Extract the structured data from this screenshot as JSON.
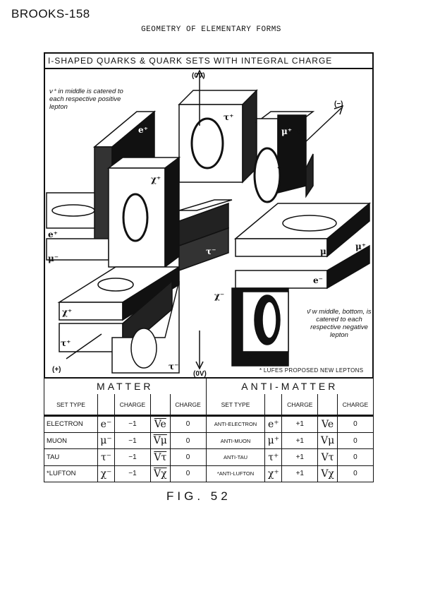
{
  "page_id": "BROOKS-158",
  "doc_title": "GEOMETRY OF ELEMENTARY FORMS",
  "figure": {
    "banner": "I-SHAPED QUARKS & QUARK SETS  WITH  INTEGRAL  CHARGE",
    "note_positive": "ν⁺ in middle is catered to each respective positive lepton",
    "note_negative": "ν̄ w middle, bottom, is catered to each respective negative lepton",
    "note_lufes": "* LUFES PROPOSED NEW LEPTONS",
    "axis_top": "(0V)",
    "axis_bottom": "(0V)",
    "axis_left": "(+)",
    "axis_right": "(−)",
    "block_labels": [
      "e⁺",
      "τ⁺",
      "χ⁺",
      "μ⁺",
      "e⁺",
      "τ⁺",
      "μ⁺",
      "χ⁺",
      "τ⁺",
      "e⁻",
      "τ⁻",
      "e⁻",
      "μ⁻",
      "χ⁻",
      "μ⁺",
      "τ⁻"
    ]
  },
  "table": {
    "matter_title": "MATTER",
    "antimatter_title": "ANTI-MATTER",
    "headers": {
      "set_type": "SET TYPE",
      "charge": "CHARGE"
    },
    "matter_rows": [
      {
        "name": "ELECTRON",
        "symbol": "e⁻",
        "charge": "−1",
        "neutrino": "Ve",
        "nu_charge": "0"
      },
      {
        "name": "MUON",
        "symbol": "μ⁻",
        "charge": "−1",
        "neutrino": "Vμ",
        "nu_charge": "0"
      },
      {
        "name": "TAU",
        "symbol": "τ⁻",
        "charge": "−1",
        "neutrino": "Vτ",
        "nu_charge": "0"
      },
      {
        "name": "*LUFTON",
        "symbol": "χ⁻",
        "charge": "−1",
        "neutrino": "Vχ",
        "nu_charge": "0"
      }
    ],
    "antimatter_rows": [
      {
        "name": "ANTI-ELECTRON",
        "symbol": "e⁺",
        "charge": "+1",
        "neutrino": "Ve",
        "nu_charge": "0"
      },
      {
        "name": "ANTI-MUON",
        "symbol": "μ⁺",
        "charge": "+1",
        "neutrino": "Vμ",
        "nu_charge": "0"
      },
      {
        "name": "ANTI-TAU",
        "symbol": "τ⁺",
        "charge": "+1",
        "neutrino": "Vτ",
        "nu_charge": "0"
      },
      {
        "name": "*ANTI-LUFTON",
        "symbol": "χ⁺",
        "charge": "+1",
        "neutrino": "Vχ",
        "nu_charge": "0"
      }
    ]
  },
  "fig_label": "FIG. 52"
}
